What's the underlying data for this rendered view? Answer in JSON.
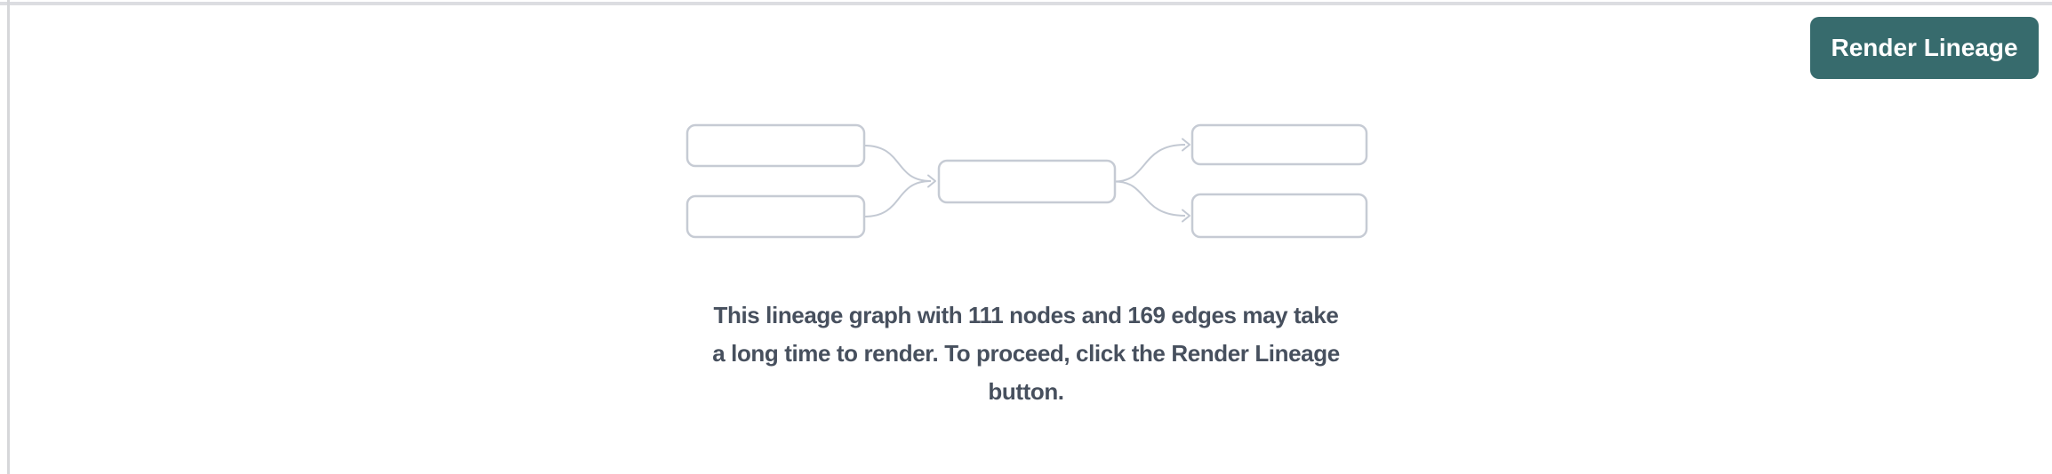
{
  "toolbar": {
    "render_button_label": "Render Lineage"
  },
  "message": {
    "lines": [
      "This lineage graph with 111 nodes and 169 edges may take",
      "a long time to render. To proceed, click the Render Lineage",
      "button."
    ],
    "full_text": "This lineage graph with 111 nodes and 169 edges may take a long time to render. To proceed, click the Render Lineage button.",
    "node_count": 111,
    "edge_count": 169
  },
  "icons": {
    "placeholder_graphic": "lineage-placeholder-icon"
  },
  "colors": {
    "button_bg": "#376b6d",
    "button_text": "#ffffff",
    "node_border": "#c6cbd4",
    "edge": "#c3c9d3",
    "message_text": "#47505e",
    "top_border": "#dcdde1",
    "left_border": "#d6d7da",
    "panel_bg": "#ffffff"
  }
}
